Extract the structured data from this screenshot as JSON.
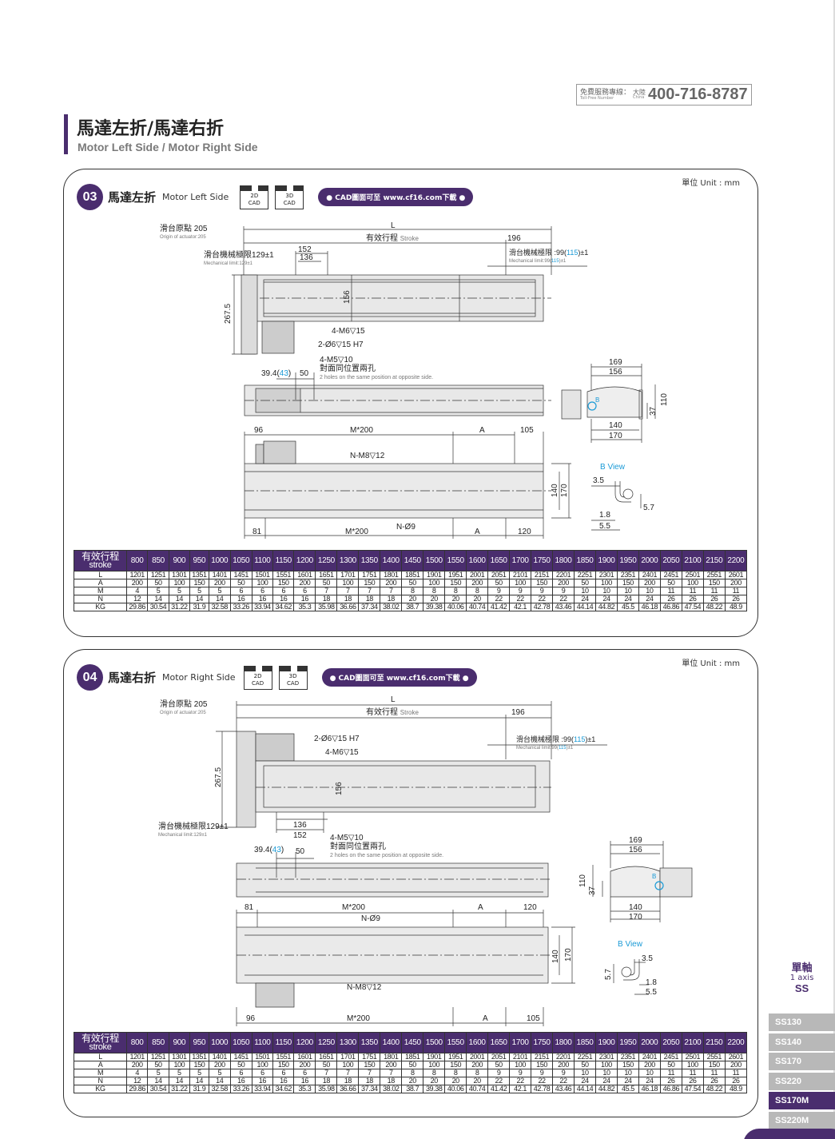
{
  "hotline": {
    "label_cn": "免費服務專線：",
    "label_en": "Toll-Free Number",
    "region_cn": "大陸",
    "region_en": "China",
    "number": "400-716-8787"
  },
  "page_title": {
    "cn": "馬達左折/馬達右折",
    "en": "Motor Left Side / Motor Right Side"
  },
  "unit": "單位 Unit : mm",
  "cad": {
    "label_2d_a": "2D",
    "label_2d_b": "CAD",
    "label_3d_a": "3D",
    "label_3d_b": "CAD",
    "download": "● CAD圖面可至 www.cf16.com下載 ●"
  },
  "sections": [
    {
      "number": "03",
      "title_cn": "馬達左折",
      "title_en": "Motor Left Side"
    },
    {
      "number": "04",
      "title_cn": "馬達右折",
      "title_en": "Motor Right Side"
    }
  ],
  "drawing": {
    "origin_cn": "滑台原點 205",
    "origin_en": "Origin of actuator:205",
    "L": "L",
    "stroke_cn": "有效行程",
    "stroke_en": "Stroke",
    "d196": "196",
    "d152": "152",
    "d136": "136",
    "d156": "156",
    "d267": "267.5",
    "mech_cn": "滑台機械極限129±1",
    "mech_en": "Mechanical limit:129±1",
    "mech2_pre": "滑台機械極限 :99(",
    "mech2_blue": "115",
    "mech2_post": ")±1",
    "mech2_en_pre": "Mechanical limit:99(",
    "mech2_en_blue": "115",
    "mech2_en_post": ")±1",
    "m6": "4-M6▽15",
    "d6": "2-Ø6▽15 H7",
    "m5": "4-M5▽10",
    "opp_cn": "對面同位置兩孔",
    "opp_en": "2 holes on the same position at opposite side.",
    "d39_pre": "39.4(",
    "d39_blue": "43",
    "d39_post": ")",
    "d50": "50",
    "d169": "169",
    "d110": "110",
    "d37": "37",
    "d140": "140",
    "d170": "170",
    "B": "B",
    "d96": "96",
    "m200": "M*200",
    "A": "A",
    "d105": "105",
    "nm8": "N-M8▽12",
    "n9": "N-Ø9",
    "d81": "81",
    "d120": "120",
    "bview": "B View",
    "d35": "3.5",
    "d57": "5.7",
    "d18": "1.8",
    "d55": "5.5"
  },
  "table": {
    "row_header_cn": "有效行程",
    "row_header_en": "stroke",
    "strokes": [
      "800",
      "850",
      "900",
      "950",
      "1000",
      "1050",
      "1100",
      "1150",
      "1200",
      "1250",
      "1300",
      "1350",
      "1400",
      "1450",
      "1500",
      "1550",
      "1600",
      "1650",
      "1700",
      "1750",
      "1800",
      "1850",
      "1900",
      "1950",
      "2000",
      "2050",
      "2100",
      "2150",
      "2200"
    ],
    "rows": [
      {
        "label": "L",
        "values": [
          "1201",
          "1251",
          "1301",
          "1351",
          "1401",
          "1451",
          "1501",
          "1551",
          "1601",
          "1651",
          "1701",
          "1751",
          "1801",
          "1851",
          "1901",
          "1951",
          "2001",
          "2051",
          "2101",
          "2151",
          "2201",
          "2251",
          "2301",
          "2351",
          "2401",
          "2451",
          "2501",
          "2551",
          "2601"
        ]
      },
      {
        "label": "A",
        "values": [
          "200",
          "50",
          "100",
          "150",
          "200",
          "50",
          "100",
          "150",
          "200",
          "50",
          "100",
          "150",
          "200",
          "50",
          "100",
          "150",
          "200",
          "50",
          "100",
          "150",
          "200",
          "50",
          "100",
          "150",
          "200",
          "50",
          "100",
          "150",
          "200"
        ]
      },
      {
        "label": "M",
        "values": [
          "4",
          "5",
          "5",
          "5",
          "5",
          "6",
          "6",
          "6",
          "6",
          "7",
          "7",
          "7",
          "7",
          "8",
          "8",
          "8",
          "8",
          "9",
          "9",
          "9",
          "9",
          "10",
          "10",
          "10",
          "10",
          "11",
          "11",
          "11",
          "11"
        ]
      },
      {
        "label": "N",
        "values": [
          "12",
          "14",
          "14",
          "14",
          "14",
          "16",
          "16",
          "16",
          "16",
          "18",
          "18",
          "18",
          "18",
          "20",
          "20",
          "20",
          "20",
          "22",
          "22",
          "22",
          "22",
          "24",
          "24",
          "24",
          "24",
          "26",
          "26",
          "26",
          "26"
        ]
      },
      {
        "label": "KG",
        "values": [
          "29.86",
          "30.54",
          "31.22",
          "31.9",
          "32.58",
          "33.26",
          "33.94",
          "34.62",
          "35.3",
          "35.98",
          "36.66",
          "37.34",
          "38.02",
          "38.7",
          "39.38",
          "40.06",
          "40.74",
          "41.42",
          "42.1",
          "42.78",
          "43.46",
          "44.14",
          "44.82",
          "45.5",
          "46.18",
          "46.86",
          "47.54",
          "48.22",
          "48.9"
        ]
      }
    ]
  },
  "sidenav": {
    "label_cn": "單軸",
    "label_en": "1 axis",
    "label_code": "SS",
    "items": [
      "SS130",
      "SS140",
      "SS170",
      "SS220",
      "SS170M",
      "SS220M"
    ],
    "active": "SS170M"
  }
}
